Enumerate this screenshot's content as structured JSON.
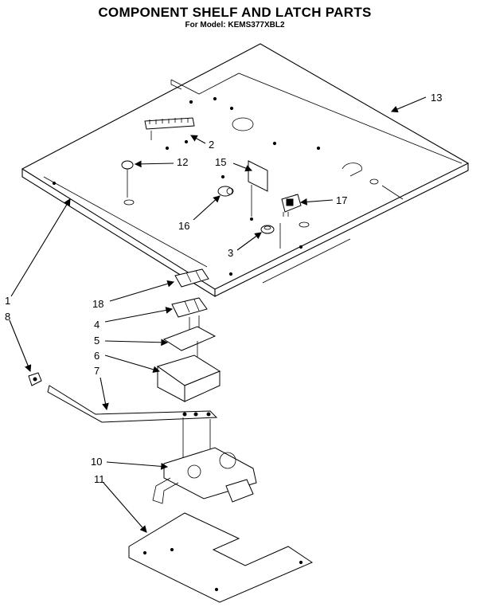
{
  "header": {
    "title": "COMPONENT SHELF AND LATCH PARTS",
    "model_line": "For Model: KEMS377XBL2"
  },
  "callouts": {
    "c1": "1",
    "c2": "2",
    "c3": "3",
    "c4": "4",
    "c5": "5",
    "c6": "6",
    "c7": "7",
    "c8": "8",
    "c10": "10",
    "c11": "11",
    "c12": "12",
    "c13": "13",
    "c15": "15",
    "c16": "16",
    "c17": "17",
    "c18": "18"
  }
}
